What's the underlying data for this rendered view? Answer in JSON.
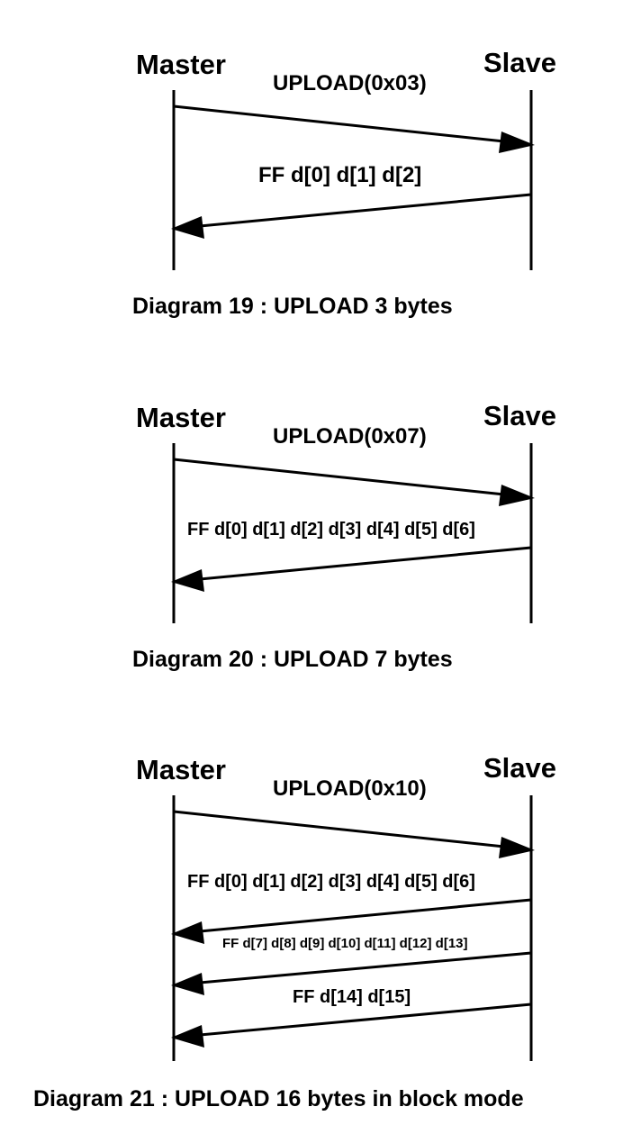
{
  "diagrams": [
    {
      "actors": {
        "master": "Master",
        "slave": "Slave"
      },
      "messages": [
        {
          "text": "UPLOAD(0x03)",
          "direction": "master-to-slave"
        },
        {
          "text": "FF d[0] d[1] d[2]",
          "direction": "slave-to-master"
        }
      ],
      "caption": "Diagram 19 : UPLOAD 3 bytes"
    },
    {
      "actors": {
        "master": "Master",
        "slave": "Slave"
      },
      "messages": [
        {
          "text": "UPLOAD(0x07)",
          "direction": "master-to-slave"
        },
        {
          "text": "FF d[0] d[1] d[2] d[3] d[4] d[5] d[6]",
          "direction": "slave-to-master"
        }
      ],
      "caption": "Diagram 20 : UPLOAD 7 bytes"
    },
    {
      "actors": {
        "master": "Master",
        "slave": "Slave"
      },
      "messages": [
        {
          "text": "UPLOAD(0x10)",
          "direction": "master-to-slave"
        },
        {
          "text": "FF d[0] d[1] d[2] d[3] d[4] d[5] d[6]",
          "direction": "slave-to-master"
        },
        {
          "text": "FF d[7] d[8] d[9] d[10] d[11] d[12] d[13]",
          "direction": "slave-to-master"
        },
        {
          "text": "FF d[14] d[15]",
          "direction": "slave-to-master"
        }
      ],
      "caption": "Diagram 21 : UPLOAD 16 bytes in block mode"
    }
  ]
}
